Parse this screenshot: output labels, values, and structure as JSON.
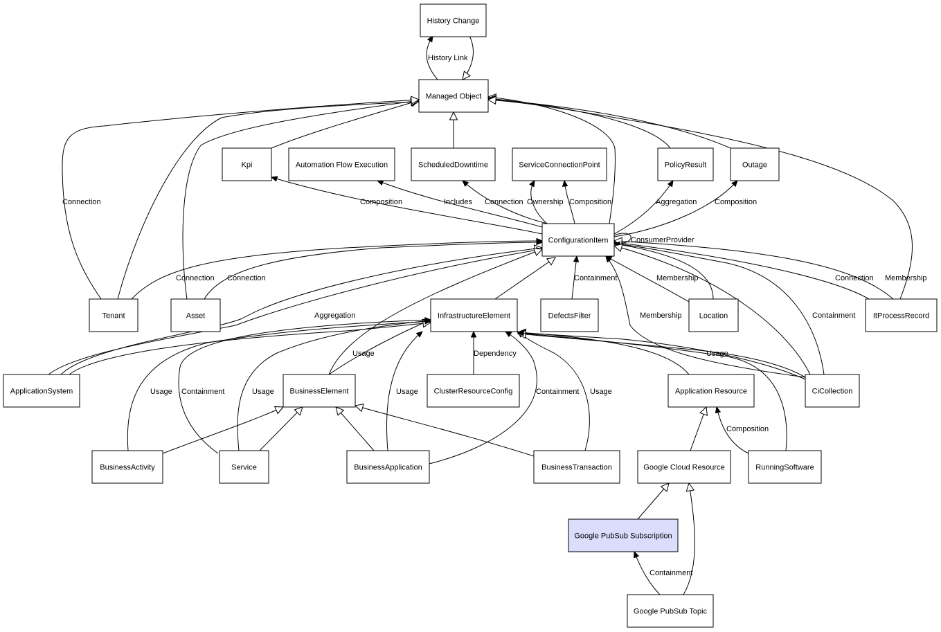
{
  "nodes": {
    "history_change": "History Change",
    "managed_object": "Managed Object",
    "kpi": "Kpi",
    "automation_flow_execution": "Automation Flow Execution",
    "scheduled_downtime": "ScheduledDowntime",
    "service_connection_point": "ServiceConnectionPoint",
    "policy_result": "PolicyResult",
    "outage": "Outage",
    "configuration_item": "ConfigurationItem",
    "tenant": "Tenant",
    "asset": "Asset",
    "infrastructure_element": "InfrastructureElement",
    "defects_filter": "DefectsFilter",
    "location": "Location",
    "it_process_record": "ItProcessRecord",
    "application_system": "ApplicationSystem",
    "business_element": "BusinessElement",
    "cluster_resource_config": "ClusterResourceConfig",
    "application_resource": "Application Resource",
    "ci_collection": "CiCollection",
    "business_activity": "BusinessActivity",
    "service": "Service",
    "business_application": "BusinessApplication",
    "business_transaction": "BusinessTransaction",
    "google_cloud_resource": "Google Cloud Resource",
    "running_software": "RunningSoftware",
    "google_pubsub_subscription": "Google PubSub Subscription",
    "google_pubsub_topic": "Google PubSub Topic"
  },
  "edge_labels": {
    "history_link": "History Link",
    "connection": "Connection",
    "composition": "Composition",
    "includes": "Includes",
    "ownership": "Ownership",
    "aggregation": "Aggregation",
    "consumer_provider": "ConsumerProvider",
    "membership": "Membership",
    "containment": "Containment",
    "usage": "Usage",
    "dependency": "Dependency"
  },
  "colors": {
    "highlight_fill": "#dcdcfc",
    "default_fill": "#ffffff",
    "stroke": "#000000"
  }
}
